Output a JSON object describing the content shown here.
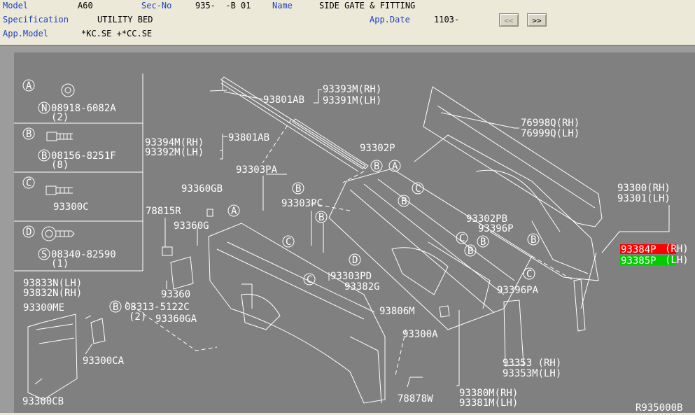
{
  "header": {
    "model_label": "Model",
    "model_value": "A60",
    "secno_label": "Sec-No",
    "secno_value": "935-  -B 01",
    "name_label": "Name",
    "name_value": "SIDE GATE & FITTING",
    "spec_label": "Specification",
    "spec_value": "UTILITY BED",
    "appdate_label": "App.Date",
    "appdate_value": "1103-",
    "appmodel_label": "App.Model",
    "appmodel_value": "*KC.SE +*CC.SE",
    "prev_label": "<<",
    "next_label": ">>"
  },
  "legend": {
    "a_letter": "A",
    "a_code": "08918-6082A",
    "a_code_prefix": "N",
    "a_qty": "(2)",
    "b_letter": "B",
    "b_code": "08156-8251F",
    "b_code_prefix": "B",
    "b_qty": "(8)",
    "c_letter": "C",
    "c_code": "93300C",
    "d_letter": "D",
    "d_code": "08340-82590",
    "d_code_prefix": "S",
    "d_qty": "(1)"
  },
  "parts": {
    "p93393m": "93393M(RH)",
    "p93391m": "93391M(LH)",
    "p93801ab_1": "93801AB",
    "p93801ab_2": "93801AB",
    "p93394m": "93394M(RH)",
    "p93392m": "93392M(LH)",
    "p76998q": "76998Q(RH)",
    "p76999q": "76999Q(LH)",
    "p93302p": "93302P",
    "p93303pa": "93303PA",
    "p93360gb": "93360GB",
    "p78815r": "78815R",
    "p93360g": "93360G",
    "p93303pc": "93303PC",
    "p93302pb": "93302PB",
    "p93396p": "93396P",
    "p93300rh": "93300(RH)",
    "p93301lh": "93301(LH)",
    "p93384p_code": "93384P",
    "p93384p_side": "(RH)",
    "p93385p_code": "93385P",
    "p93385p_side": "(LH)",
    "p93833n": "93833N(LH)",
    "p93832n": "93832N(RH)",
    "p93300me": "93300ME",
    "p93360": "93360",
    "p08313": "08313-5122C",
    "p08313_prefix": "B",
    "p08313_qty": "(2)",
    "p93360ga": "93360GA",
    "p93303pd": "93303PD",
    "p93382g": "93382G",
    "p93396pa": "93396PA",
    "p93806m": "93806M",
    "p93300a": "93300A",
    "p93300ca": "93300CA",
    "p93353": "93353 (RH)",
    "p93353m": "93353M(LH)",
    "p93300cb": "93300CB",
    "p78878w": "78878W",
    "p93380m": "93380M(RH)",
    "p93381m": "93381M(LH)",
    "drawing_id": "R935000B"
  },
  "callouts": {
    "a": "A",
    "b": "B",
    "c": "C",
    "d": "D"
  },
  "colors": {
    "label_blue": "#1f3fbf",
    "highlight_red": "#ff0000",
    "highlight_green": "#00cc00",
    "drawing_bg": "#808080"
  }
}
